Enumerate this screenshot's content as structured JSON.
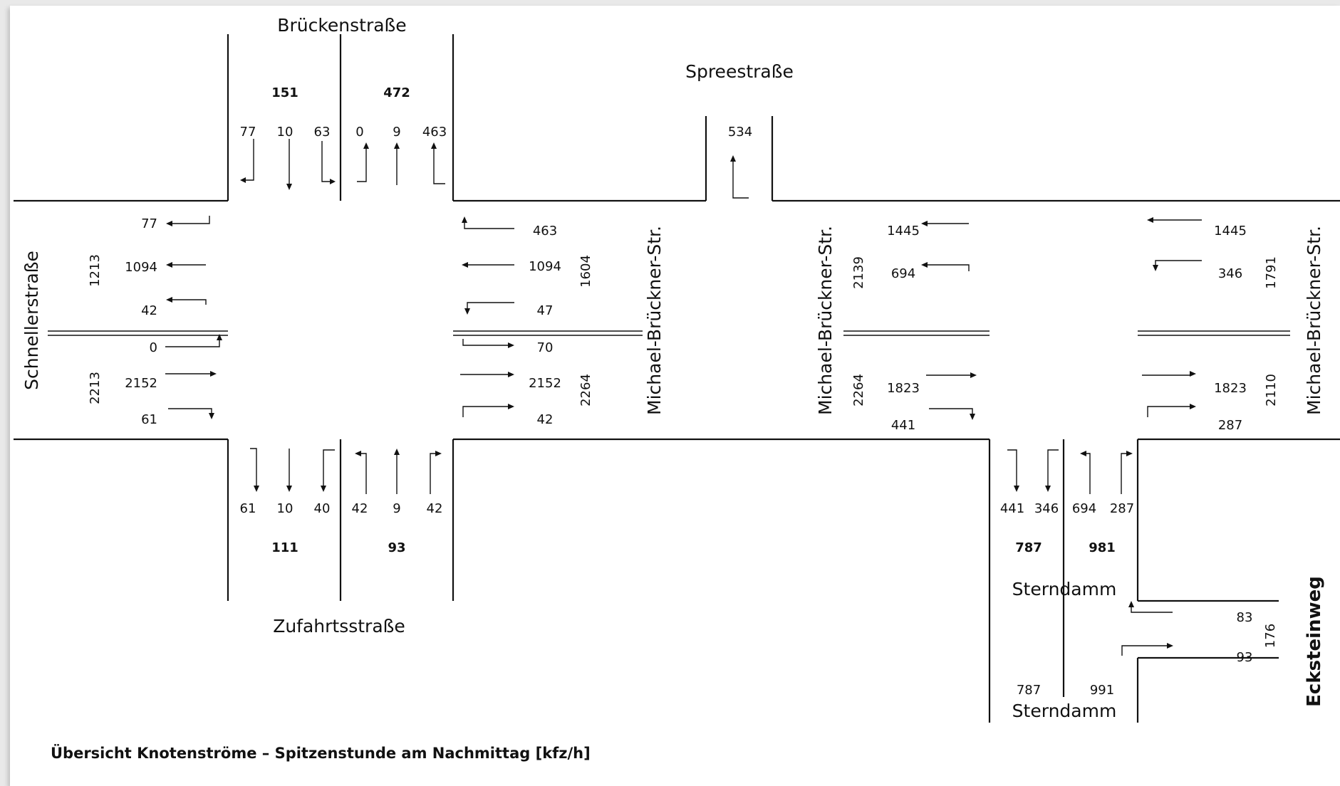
{
  "caption": "Übersicht Knotenströme – Spitzenstunde am Nachmittag [kfz/h]",
  "streets": {
    "brueckenstrasse": "Brückenstraße",
    "spreestrasse": "Spreestraße",
    "schnellerstrasse": "Schnellerstraße",
    "michael_brueckner_1": "Michael-Brückner-Str.",
    "michael_brueckner_2": "Michael-Brückner-Str.",
    "michael_brueckner_3": "Michael-Brückner-Str.",
    "zufahrtsstrasse": "Zufahrtsstraße",
    "sterndamm_1": "Sterndamm",
    "sterndamm_2": "Sterndamm",
    "ecksteinweg": "Ecksteinweg"
  },
  "intersection_1": {
    "north_out_sum": "151",
    "north_in_sum": "472",
    "north_out": [
      "77",
      "10",
      "63"
    ],
    "north_in": [
      "0",
      "9",
      "463"
    ],
    "west_out": [
      "77",
      "1094",
      "42"
    ],
    "west_out_sum": "1213",
    "west_in": [
      "0",
      "2152",
      "61"
    ],
    "west_in_sum": "2213",
    "east_out": [
      "463",
      "1094",
      "47"
    ],
    "east_out_sum": "1604",
    "east_in": [
      "70",
      "2152",
      "42"
    ],
    "east_in_sum": "2264",
    "south_out": [
      "61",
      "10",
      "40"
    ],
    "south_in": [
      "42",
      "9",
      "42"
    ],
    "south_out_sum": "111",
    "south_in_sum": "93"
  },
  "spree": {
    "flow": "534"
  },
  "intersection_2": {
    "west_out": [
      "1445",
      "694"
    ],
    "west_out_sum": "2139",
    "west_in": [
      "1823",
      "441"
    ],
    "west_in_sum": "2264",
    "east_out": [
      "1445",
      "346"
    ],
    "east_out_sum": "1791",
    "east_in": [
      "1823",
      "287"
    ],
    "east_in_sum": "2110",
    "south_lanes": [
      "441",
      "346",
      "694",
      "287"
    ],
    "south_out_sum": "787",
    "south_in_sum": "981"
  },
  "eckstein": {
    "in": "83",
    "out": "93",
    "sum": "176",
    "sterndamm_left": "787",
    "sterndamm_right": "991"
  }
}
